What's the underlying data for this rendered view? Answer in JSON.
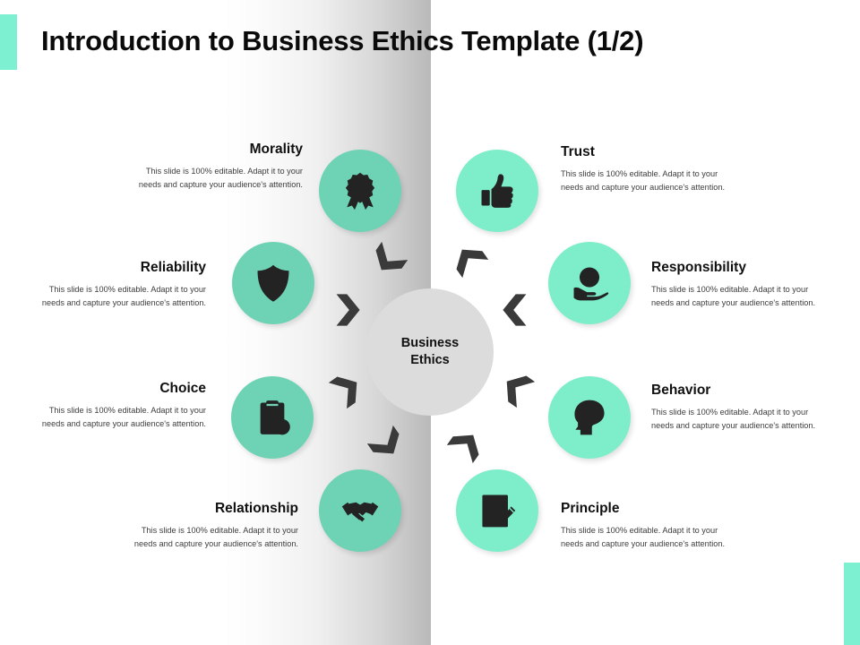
{
  "slide": {
    "title": "Introduction to Business Ethics Template (1/2)",
    "accent_color": "#7df0d2",
    "icon_circle_color_left": "#6ed3b4",
    "icon_circle_color_right": "#7deec9",
    "icon_color": "#232323",
    "hub_color": "#dcdcdc",
    "arrow_color": "#3a3a3a"
  },
  "hub": {
    "line1": "Business",
    "line2": "Ethics"
  },
  "body_text": "This slide is 100% editable.  Adapt it to your needs and capture your audience's attention.",
  "nodes": [
    {
      "id": "morality",
      "title": "Morality",
      "description": "This slide is 100% editable.  Adapt it to your needs and capture your audience's attention.",
      "icon": "award-ribbon-icon",
      "side": "left"
    },
    {
      "id": "reliability",
      "title": "Reliability",
      "description": "This slide is 100% editable.  Adapt it to your needs and capture your audience's attention.",
      "icon": "shield-check-icon",
      "side": "left"
    },
    {
      "id": "choice",
      "title": "Choice",
      "description": "This slide is 100% editable.  Adapt it to your needs and capture your audience's attention.",
      "icon": "clipboard-check-icon",
      "side": "left"
    },
    {
      "id": "relationship",
      "title": "Relationship",
      "description": "This slide is 100% editable.  Adapt it to your needs and capture your audience's attention.",
      "icon": "handshake-icon",
      "side": "left"
    },
    {
      "id": "trust",
      "title": "Trust",
      "description": "This slide is 100% editable.  Adapt it to your needs and capture your audience's attention.",
      "icon": "thumbs-up-icon",
      "side": "right"
    },
    {
      "id": "responsibility",
      "title": "Responsibility",
      "description": "This slide is 100% editable.  Adapt it to your needs and capture your audience's attention.",
      "icon": "globe-in-hand-icon",
      "side": "right"
    },
    {
      "id": "behavior",
      "title": "Behavior",
      "description": "This slide is 100% editable.  Adapt it to your needs and capture your audience's attention.",
      "icon": "head-speech-bubble-icon",
      "side": "right"
    },
    {
      "id": "principle",
      "title": "Principle",
      "description": "This slide is 100% editable.  Adapt it to your needs and capture your audience's attention.",
      "icon": "document-pencil-icon",
      "side": "right"
    }
  ]
}
